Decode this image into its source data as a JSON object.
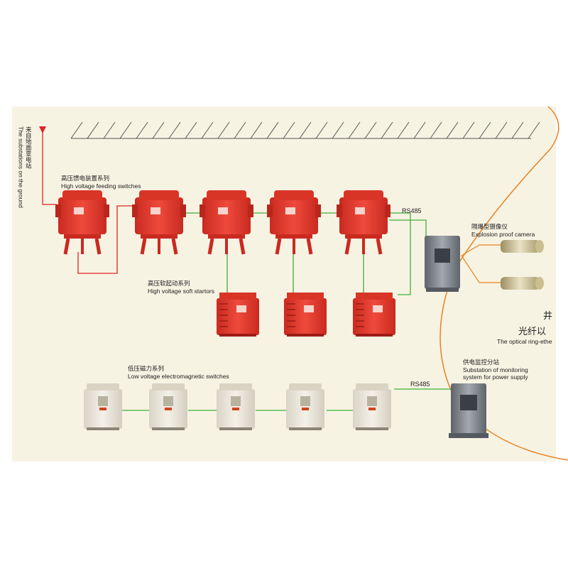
{
  "colors": {
    "panel": "#f7f3e3",
    "red_device": "#e23a2e",
    "red_link": "#e02424",
    "green_link": "#3fae3a",
    "gray_device": "#7d8288",
    "cream_device": "#ece8dc"
  },
  "labels": {
    "incoming": {
      "cn": "来自地面变电站",
      "en": "The substations on the ground"
    },
    "hv_feeding": {
      "cn": "高压馈电装置系列",
      "en": "High voltage feeding switches"
    },
    "hv_soft": {
      "cn": "高压软起动系列",
      "en": "High voltage soft startors"
    },
    "lv_switch": {
      "cn": "低压磁力系列",
      "en": "Low voltage electromagnetic switches"
    },
    "camera": {
      "cn": "隔爆型摄像仪",
      "en": "Explosion proof camera"
    },
    "monitor": {
      "cn": "供电监控分站",
      "en1": "Substation of monitoring",
      "en2": "system for power supply"
    },
    "rs485_top": "RS485",
    "rs485_bottom": "RS485",
    "well": "井",
    "fiber_cn": "光纤以",
    "fiber_en": "The optical ring-ethe"
  }
}
